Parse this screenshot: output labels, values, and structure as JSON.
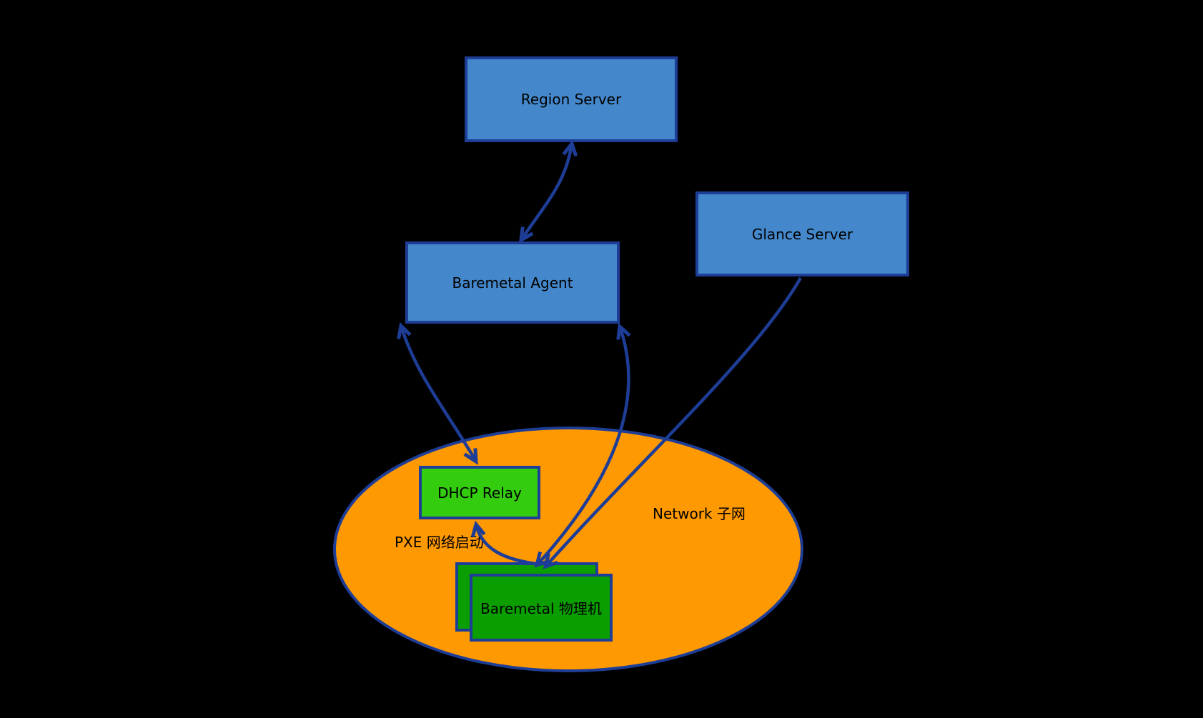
{
  "diagram": {
    "colors": {
      "node_blue_fill": "#4488cb",
      "node_border": "#1e3d96",
      "arrow_color": "#1e3d96",
      "subnet_fill": "#ff9902",
      "dhcp_fill": "#33cc0e",
      "baremetal_fill": "#0b9e00",
      "text_color": "#000000",
      "bg_color": "#000000"
    },
    "nodes": {
      "region_server": {
        "label": "Region Server"
      },
      "baremetal_agent": {
        "label": "Baremetal Agent"
      },
      "glance_server": {
        "label": "Glance Server"
      },
      "dhcp_relay": {
        "label": "DHCP Relay"
      },
      "baremetal_host": {
        "label": "Baremetal 物理机"
      }
    },
    "labels": {
      "subnet": "Network 子网",
      "pxe_boot": "PXE 网络启动"
    }
  }
}
